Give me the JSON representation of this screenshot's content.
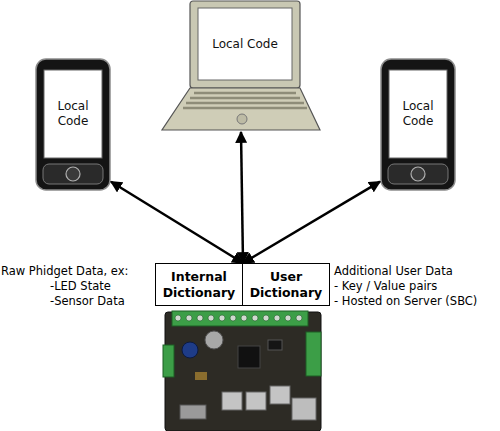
{
  "diagram": {
    "nodes": [
      {
        "text": [
          "Local Code"
        ]
      },
      {
        "text": [
          "Local Code"
        ]
      },
      {
        "text": [
          "Local Code"
        ]
      },
      {
        "text": [
          "Internal Dictionary"
        ]
      },
      {
        "text": [
          "User Dictionary"
        ]
      }
    ],
    "edges": [
      {
        "from": 1,
        "to": 3,
        "arrow": "both"
      },
      {
        "from": 0,
        "to": 3,
        "arrow": "both"
      },
      {
        "from": 2,
        "to": 3,
        "arrow": "both"
      }
    ],
    "labels": [
      "Raw Phidget Data, ex:",
      "-LED State",
      "-Sensor Data",
      "Additional User Data",
      "- Key / Value pairs",
      "- Hosted on Server (SBC)"
    ]
  }
}
